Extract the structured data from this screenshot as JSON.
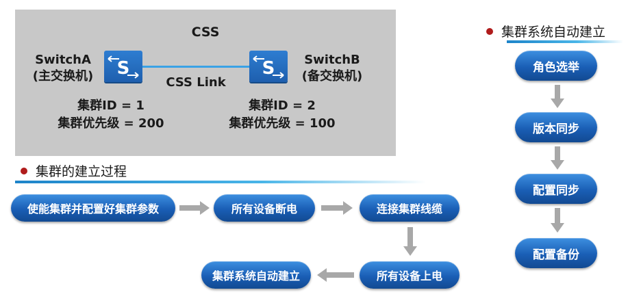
{
  "topology": {
    "title": "CSS",
    "link_label": "CSS Link",
    "switch_a": {
      "name": "SwitchA",
      "role": "(主交换机)",
      "cluster_id": "集群ID = 1",
      "priority": "集群优先级 = 200",
      "icon": "switch-icon"
    },
    "switch_b": {
      "name": "SwitchB",
      "role": "(备交换机)",
      "cluster_id": "集群ID = 2",
      "priority": "集群优先级 = 100",
      "icon": "switch-icon"
    }
  },
  "build_process": {
    "heading": "集群的建立过程",
    "steps": [
      "使能集群并配置好集群参数",
      "所有设备断电",
      "连接集群线缆",
      "所有设备上电",
      "集群系统自动建立"
    ]
  },
  "auto_setup": {
    "heading": "集群系统自动建立",
    "steps": [
      "角色选举",
      "版本同步",
      "配置同步",
      "配置备份"
    ]
  },
  "colors": {
    "accent": "#1a5eb5",
    "bullet": "#b01c1c",
    "panel": "#c8c8c8",
    "link": "#3aa2e6",
    "arrow": "#a8a8a8"
  }
}
